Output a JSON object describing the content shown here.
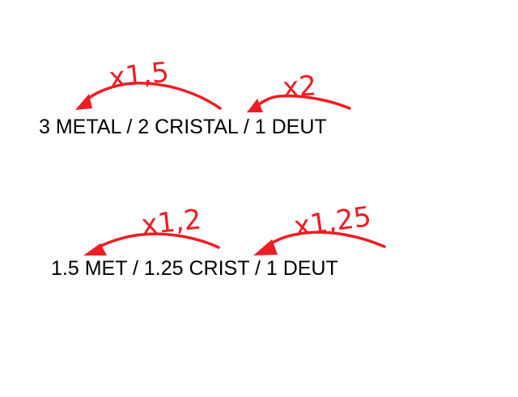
{
  "ratios": {
    "line_1": "3 METAL / 2 CRISTAL / 1 DEUT",
    "line_2": "1.5 MET / 1.25 CRIST / 1 DEUT"
  },
  "annotations": {
    "arrow_1_label": "x1,5",
    "arrow_2_label": "x2",
    "arrow_3_label": "x1,2",
    "arrow_4_label": "x1,25"
  },
  "colors": {
    "ink": "#ee1c24",
    "text": "#000000",
    "background": "#ffffff"
  }
}
